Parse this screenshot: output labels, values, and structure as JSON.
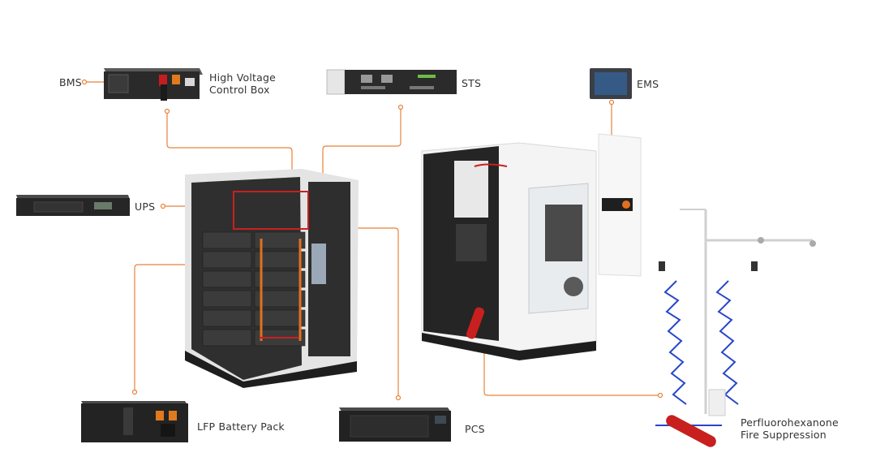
{
  "labels": {
    "bms": "BMS",
    "hv_box_line1": "High Voltage",
    "hv_box_line2": "Control Box",
    "sts": "STS",
    "ems": "EMS",
    "ups": "UPS",
    "lfp": "LFP Battery Pack",
    "pcs": "PCS",
    "fire_line1": "Perfluorohexanone",
    "fire_line2": "Fire Suppression"
  },
  "colors": {
    "leader": "#e8823a",
    "cabinet_dark": "#2b2b2b",
    "cabinet_light": "#f2f2f2",
    "orange": "#e0701e",
    "red": "#c8201e",
    "pipe_blue": "#2846c8"
  }
}
